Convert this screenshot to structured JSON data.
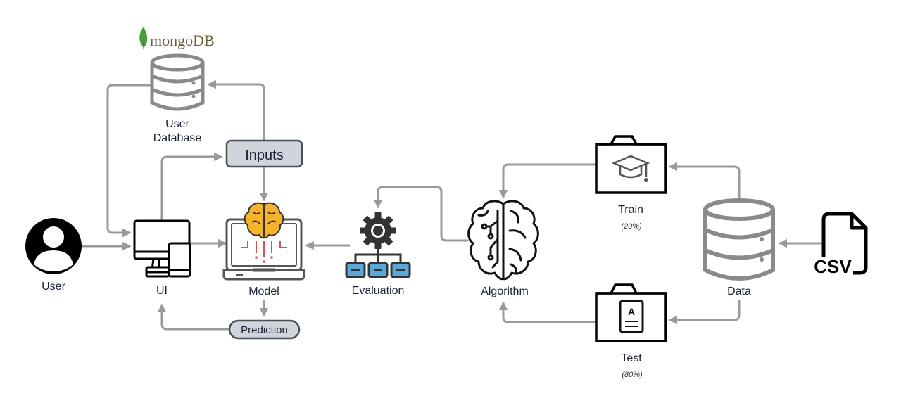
{
  "brand": {
    "mongo_label": "mongoDB"
  },
  "nodes": {
    "user_database": {
      "line1": "User",
      "line2": "Database"
    },
    "inputs": "Inputs",
    "user": "User",
    "ui": "UI",
    "model": "Model",
    "prediction": "Prediction",
    "evaluation": "Evaluation",
    "algorithm": "Algorithm",
    "train": {
      "label": "Train",
      "pct": "(20%)"
    },
    "test": {
      "label": "Test",
      "pct": "(80%)"
    },
    "data": "Data",
    "csv": "CSV"
  },
  "icons": {
    "leaf": "mongodb-leaf-icon",
    "database": "database-icon",
    "user": "user-avatar-icon",
    "monitor": "monitor-devices-icon",
    "brain_laptop": "brain-laptop-icon",
    "gear_hierarchy": "gear-hierarchy-icon",
    "brain": "brain-circuit-icon",
    "folder_grad": "folder-graduation-cap-icon",
    "folder_grade": "folder-grade-a-icon",
    "csv_file": "csv-file-icon"
  },
  "colors": {
    "connector": "#9a9a9a",
    "box_fill": "#d0d5dc",
    "box_stroke": "#4a4f55",
    "brain_orange": "#f5b32a",
    "circuit_red": "#d8534f",
    "eval_blue": "#5aa8d8",
    "mongo_leaf": "#4a9a3e",
    "mongo_text": "#6b5a3a"
  }
}
